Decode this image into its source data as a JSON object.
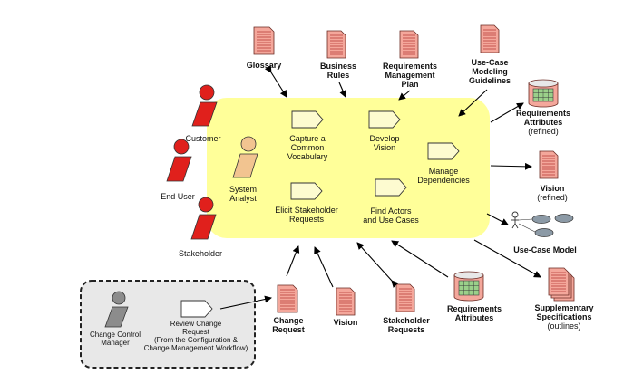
{
  "diagram": {
    "actors": {
      "customer": "Customer",
      "end_user": "End User",
      "stakeholder": "Stakeholder",
      "system_analyst": [
        "System",
        "Analyst"
      ],
      "change_control_manager": [
        "Change Control",
        "Manager"
      ]
    },
    "activities": {
      "capture_vocabulary": [
        "Capture a",
        "Common",
        "Vocabulary"
      ],
      "develop_vision": [
        "Develop",
        "Vision"
      ],
      "manage_dependencies": [
        "Manage",
        "Dependencies"
      ],
      "elicit_requests": [
        "Elicit Stakeholder",
        "Requests"
      ],
      "find_actors": [
        "Find Actors",
        "and Use Cases"
      ],
      "review_change_request": [
        "Review Change",
        "Request",
        "(From the Configuration &",
        "Change Management  Workflow)"
      ]
    },
    "inputs_top": {
      "glossary": "Glossary",
      "business_rules": [
        "Business",
        "Rules"
      ],
      "req_mgmt_plan": [
        "Requirements",
        "Management",
        "Plan"
      ],
      "use_case_guidelines": [
        "Use-Case",
        "Modeling",
        "Guidelines"
      ]
    },
    "outputs_right": {
      "req_attributes_refined": [
        "Requirements",
        "Attributes",
        "(refined)"
      ],
      "vision_refined": [
        "Vision",
        "(refined)"
      ],
      "use_case_model": "Use-Case Model",
      "supplementary_specs": [
        "Supplementary",
        "Specifications",
        "(outlines)"
      ]
    },
    "inputs_bottom": {
      "change_request": [
        "Change",
        "Request"
      ],
      "vision": "Vision",
      "stakeholder_requests": [
        "Stakeholder",
        "Requests"
      ],
      "requirements_attributes": [
        "Requirements",
        "Attributes"
      ]
    },
    "colors": {
      "workflow_area": "#ffff99",
      "actor_red": "#e0201c",
      "actor_analyst": "#f2c490",
      "actor_gray": "#8c8c8c",
      "artifact_fill": "#f4a79b",
      "artifact_lines": "#b0302c",
      "activity_fill": "#fdfbd0",
      "change_box_fill": "#e8e8e8"
    }
  }
}
